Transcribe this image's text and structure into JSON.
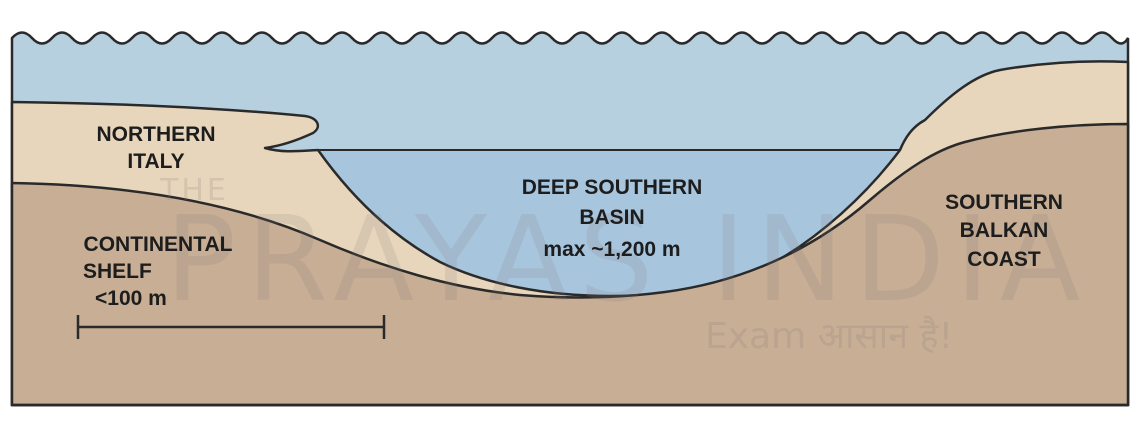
{
  "labels": {
    "northern_italy": [
      "NORTHERN",
      "ITALY"
    ],
    "continental_shelf": [
      "CONTINENTAL",
      "SHELF",
      "<100 m"
    ],
    "deep_basin": [
      "DEEP SOUTHERN",
      "BASIN",
      "max ~1,200 m"
    ],
    "balkan_coast": [
      "SOUTHERN",
      "BALKAN",
      "COAST"
    ]
  },
  "watermark": {
    "prefix": "THE",
    "name": "PRAYAS INDIA",
    "tagline": "Exam आसान है!"
  },
  "colors": {
    "sea": "#b6d0e0",
    "deep_water": "#a7c5dd",
    "sand": "#e7d6bb",
    "rock": "#c7ae95",
    "outline": "#2a2a2a"
  }
}
